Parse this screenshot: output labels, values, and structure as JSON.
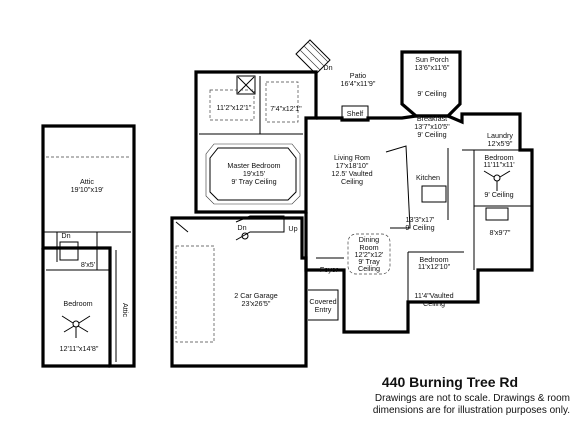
{
  "address": "440 Burning Tree Rd",
  "disclaimer_line1": "Drawings are not to scale. Drawings & room",
  "disclaimer_line2": "dimensions are for illustration purposes only.",
  "rooms": {
    "attic_main": {
      "name": "Attic",
      "dims": "19'10\"x19'"
    },
    "dn_attic": {
      "name": "Dn"
    },
    "bath_attic": {
      "dims": "8'x5'"
    },
    "bedroom_attic": {
      "name": "Bedroom",
      "dims": "12'11\"x14'8\""
    },
    "attic_side": {
      "name": "Attic"
    },
    "patio": {
      "name": "Patio",
      "dims": "16'4\"x11'9\""
    },
    "dn_patio": {
      "name": "Dn"
    },
    "sun_porch": {
      "name": "Sun Porch",
      "dims": "13'6\"x11'6\"",
      "ceiling": "9' Ceiling"
    },
    "master_bath": {
      "dims": "11'2\"x12'1\""
    },
    "master_closet": {
      "dims": "7'4\"x12'1\""
    },
    "shelf": {
      "name": "Shelf"
    },
    "breakfast": {
      "name": "Breakfast",
      "dims": "13'7\"x10'5\"",
      "ceiling": "9' Ceiling"
    },
    "laundry": {
      "name": "Laundry",
      "dims": "12'x5'9\""
    },
    "master_bedroom": {
      "name": "Master Bedroom",
      "dims": "19'x15'",
      "ceiling": "9' Tray Ceiling"
    },
    "living_room": {
      "name": "Living Rom",
      "dims": "17'x18'10\"",
      "ceiling": "12.5' Vaulted",
      "ceiling2": "Ceiling"
    },
    "kitchen": {
      "name": "Kitchen",
      "dims": "13'3\"x17'",
      "ceiling": "9' Ceiling"
    },
    "bedroom_east": {
      "name": "Bedroom",
      "dims": "11'11\"x11'",
      "ceiling": "9' Ceiling"
    },
    "bath_east": {
      "dims": "8'x9'7\""
    },
    "dn_garage": {
      "name": "Dn"
    },
    "up_stairs": {
      "name": "Up"
    },
    "dining_room": {
      "name": "Dining",
      "name2": "Room",
      "dims": "12'2\"x12'",
      "ceiling": "9' Tray",
      "ceiling2": "Ceiling"
    },
    "bedroom_south": {
      "name": "Bedroom",
      "dims": "11'x12'10\"",
      "ceiling": "11'4\"Vaulted",
      "ceiling2": "Ceiling"
    },
    "foyer": {
      "name": "Foyer"
    },
    "garage": {
      "name": "2 Car Garage",
      "dims": "23'x26'5\""
    },
    "covered_entry": {
      "name": "Covered",
      "name2": "Entry"
    }
  }
}
